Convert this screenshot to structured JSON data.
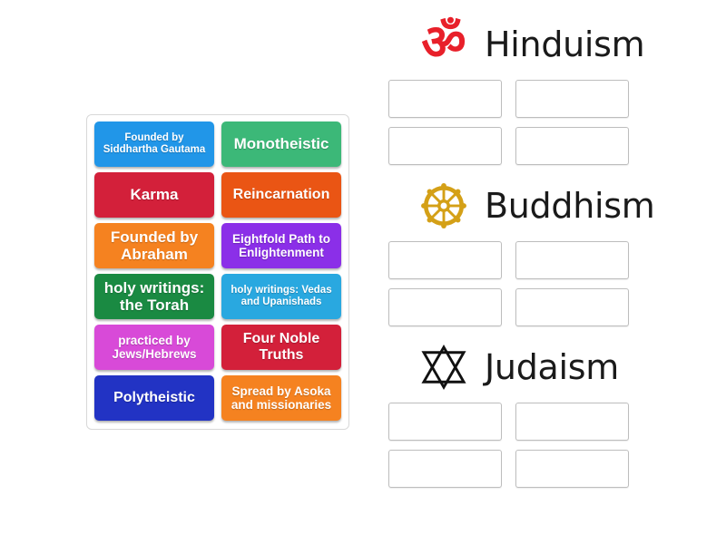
{
  "tiles": [
    {
      "label": "Founded by Siddhartha Gautama",
      "color": "#2196e8",
      "size": "fs-sm"
    },
    {
      "label": "Monotheistic",
      "color": "#3cb878",
      "size": "fs-xl"
    },
    {
      "label": "Karma",
      "color": "#d3203a",
      "size": "fs-xl"
    },
    {
      "label": "Reincarnation",
      "color": "#ea5514",
      "size": "fs-lg"
    },
    {
      "label": "Founded by Abraham",
      "color": "#f58220",
      "size": "fs-xl"
    },
    {
      "label": "Eightfold Path to Enlightenment",
      "color": "#8b2fe8",
      "size": "fs-md"
    },
    {
      "label": "holy writings: the Torah",
      "color": "#1a8a42",
      "size": "fs-xl"
    },
    {
      "label": "holy writings: Vedas and Upanishads",
      "color": "#29a8e0",
      "size": "fs-sm"
    },
    {
      "label": "practiced by Jews/Hebrews",
      "color": "#d84ad8",
      "size": "fs-md"
    },
    {
      "label": "Four Noble Truths",
      "color": "#d3203a",
      "size": "fs-lg"
    },
    {
      "label": "Polytheistic",
      "color": "#2233c4",
      "size": "fs-lg"
    },
    {
      "label": "Spread by Asoka and missionaries",
      "color": "#f58220",
      "size": "fs-md"
    }
  ],
  "categories": [
    {
      "title": "Hinduism",
      "icon": "om-icon",
      "icon_color": "#e8202a",
      "dropzone_count": 4
    },
    {
      "title": "Buddhism",
      "icon": "dharma-wheel-icon",
      "icon_color": "#d4a017",
      "dropzone_count": 4
    },
    {
      "title": "Judaism",
      "icon": "star-of-david-icon",
      "icon_color": "#111111",
      "dropzone_count": 4
    }
  ]
}
